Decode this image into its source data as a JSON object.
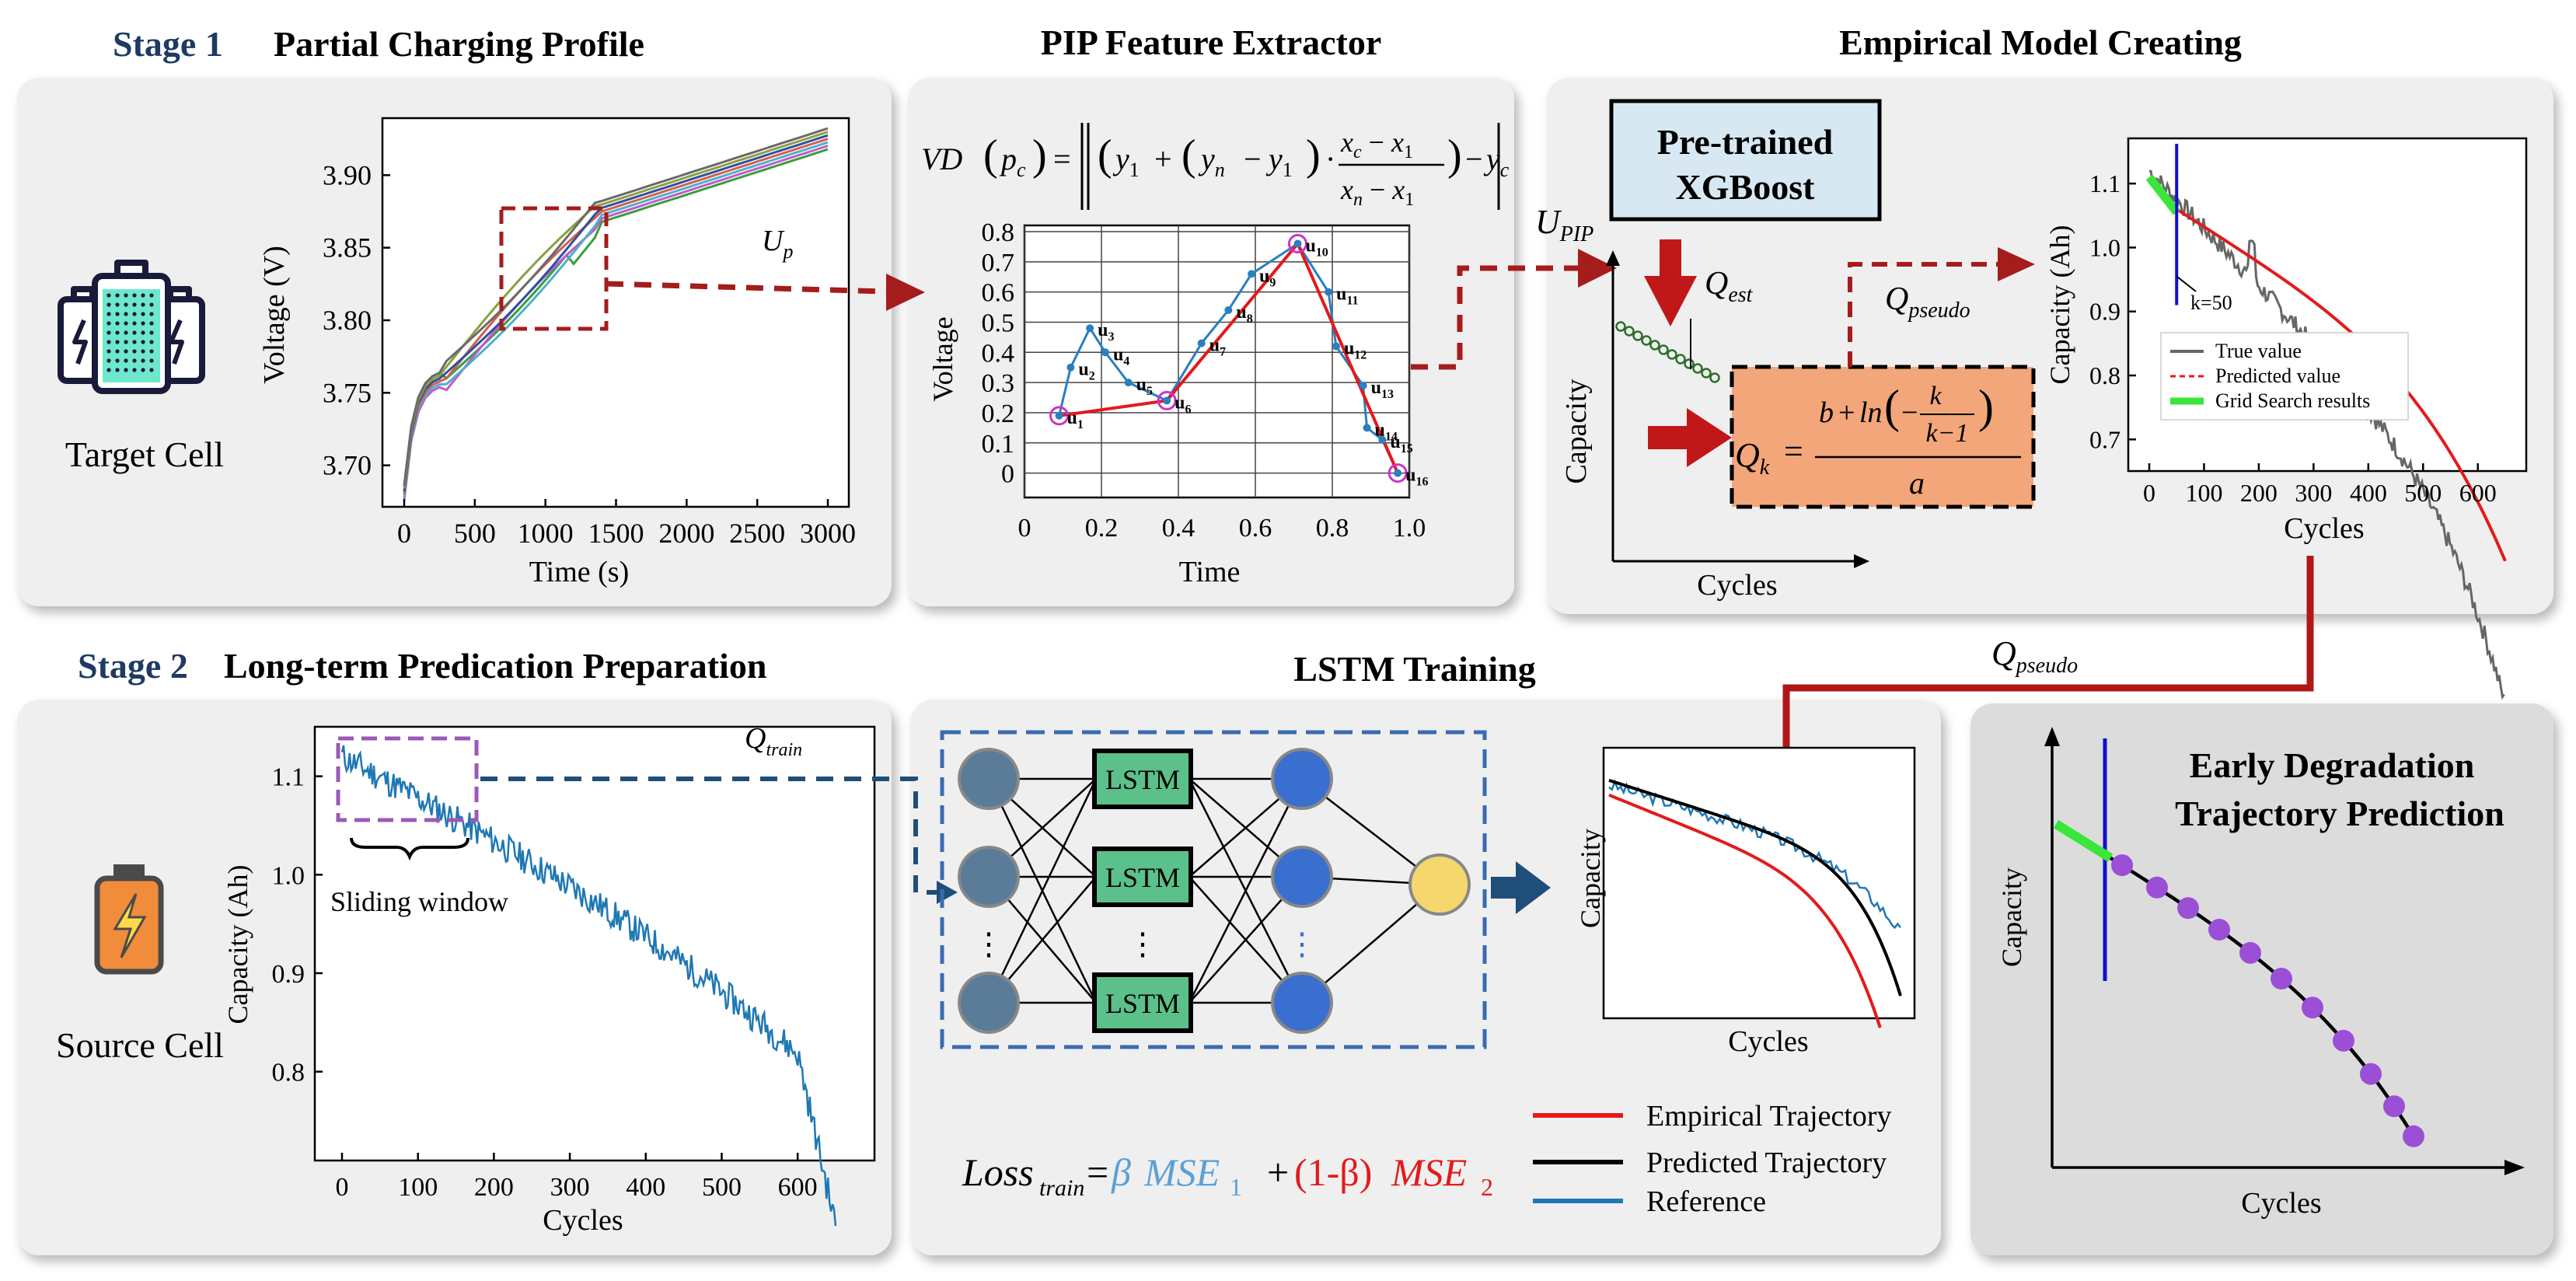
{
  "stage1": {
    "label": "Stage 1",
    "title": "Partial Charging Profile",
    "target_cell_label": "Target Cell",
    "volt_chart": {
      "ylabel": "Voltage (V)",
      "xlabel": "Time (s)",
      "yticks": [
        "3.70",
        "3.75",
        "3.80",
        "3.85",
        "3.90"
      ],
      "xticks": [
        "0",
        "500",
        "1000",
        "1500",
        "2000",
        "2500",
        "3000"
      ],
      "annotation_base": "U",
      "annotation_sub": "p"
    }
  },
  "pip": {
    "title": "PIP Feature Extractor",
    "formula_lhs_main": "VD",
    "formula_lhs_arg": "p",
    "formula_lhs_arg_sub": "c",
    "chart": {
      "ylabel": "Voltage",
      "xlabel": "Time",
      "yticks": [
        "0",
        "0.1",
        "0.2",
        "0.3",
        "0.4",
        "0.5",
        "0.6",
        "0.7",
        "0.8"
      ],
      "xticks": [
        "0",
        "0.2",
        "0.4",
        "0.6",
        "0.8",
        "1.0"
      ],
      "point_labels": [
        "u1",
        "u2",
        "u3",
        "u4",
        "u5",
        "u6",
        "u7",
        "u8",
        "u9",
        "u10",
        "u11",
        "u12",
        "u13",
        "u14",
        "u15",
        "u16"
      ]
    }
  },
  "empirical": {
    "title": "Empirical Model Creating",
    "xgboost_label_line1": "Pre-trained",
    "xgboost_label_line2": "XGBoost",
    "u_pip_base": "U",
    "u_pip_sub": "PIP",
    "q_est_base": "Q",
    "q_est_sub": "est",
    "q_pseudo_base": "Q",
    "q_pseudo_sub": "pseudo",
    "mini_ylabel": "Capacity",
    "mini_xlabel": "Cycles",
    "qk_base": "Q",
    "qk_sub": "k",
    "qk_num_b": "b",
    "qk_num_ln": "ln",
    "qk_k": "k",
    "qk_km1": "k−1",
    "qk_den": "a",
    "cap_chart": {
      "ylabel": "Capacity (Ah)",
      "xlabel": "Cycles",
      "yticks": [
        "0.7",
        "0.8",
        "0.9",
        "1.0",
        "1.1"
      ],
      "xticks": [
        "0",
        "100",
        "200",
        "300",
        "400",
        "500",
        "600"
      ],
      "k_label": "k=50",
      "legend": [
        "True value",
        "Predicted value",
        "Grid Search results"
      ]
    }
  },
  "link": {
    "q_pseudo_base": "Q",
    "q_pseudo_sub": "pseudo"
  },
  "stage2": {
    "label": "Stage 2",
    "title": "Long-term Predication Preparation",
    "source_cell_label": "Source Cell",
    "src_chart": {
      "ylabel": "Capacity (Ah)",
      "xlabel": "Cycles",
      "yticks": [
        "0.8",
        "0.9",
        "1.0",
        "1.1"
      ],
      "xticks": [
        "0",
        "100",
        "200",
        "300",
        "400",
        "500",
        "600"
      ],
      "q_train_base": "Q",
      "q_train_sub": "train",
      "sliding_window": "Sliding window"
    }
  },
  "lstm": {
    "title": "LSTM Training",
    "cell_label": "LSTM",
    "ellipsis": "⋮",
    "loss_base": "Loss",
    "loss_sub": "train",
    "loss_eq": "=",
    "beta": "β",
    "mse1": "MSE",
    "mse1_sub": "1",
    "plus": "+",
    "one_minus_beta": "(1-β)",
    "mse2": "MSE",
    "mse2_sub": "2",
    "mini_ylabel": "Capacity",
    "mini_xlabel": "Cycles",
    "legend": [
      "Empirical Trajectory",
      "Predicted Trajectory",
      "Reference"
    ],
    "colors": {
      "empirical": "#e31a1c",
      "predicted": "#000000",
      "reference": "#1f78b4"
    }
  },
  "prediction": {
    "title_line1": "Early Degradation",
    "title_line2": "Trajectory Prediction",
    "ylabel": "Capacity",
    "xlabel": "Cycles"
  },
  "colors": {
    "stage_label": "#1f3b63",
    "dark_red_arrow": "#a51c1c",
    "dark_blue_arrow": "#1f4e79",
    "panel_bg": "#efefef",
    "qk_box_fill": "#f2a679",
    "xgboost_fill": "#d7e8f3",
    "lstm_fill": "#5cc08a",
    "green_segment": "#39e639",
    "purple_dot": "#9933cc",
    "node_gray": "#5a7c98",
    "node_blue": "#3a6fd0",
    "node_yellow": "#f5d76e"
  }
}
